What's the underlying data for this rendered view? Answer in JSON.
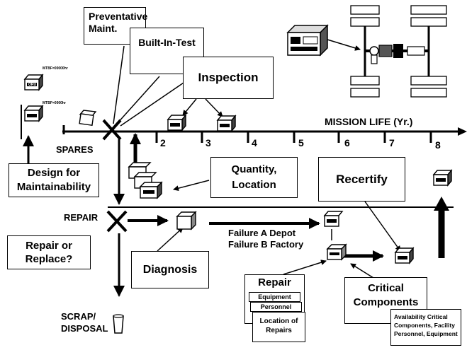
{
  "boxes": {
    "preventative": "Preventative Maint.",
    "built_in_test": "Built-In-Test",
    "inspection": "Inspection",
    "design": "Design for Maintainability",
    "quantity": "Quantity, Location",
    "recertify": "Recertify",
    "repair_or_replace": "Repair or Replace?",
    "diagnosis": "Diagnosis",
    "repair_title": "Repair",
    "repair_equipment": "Equipment",
    "repair_personnel": "Personnel",
    "repair_location": "Location of Repairs",
    "critical": "Critical Components",
    "availability": "Availability Critical Components, Facility Personnel, Equipment"
  },
  "labels": {
    "mission_life": "MISSION LIFE (Yr.)",
    "spares": "SPARES",
    "repair": "REPAIR",
    "failure_a": "Failure A Depot",
    "failure_b": "Failure B Factory",
    "scrap": "SCRAP/",
    "disposal": "DISPOSAL",
    "mtbf_1": "MTBF=00000hr",
    "mtbf_2": "MTBF=0000hr",
    "oru": "ORU"
  },
  "axis_ticks": [
    "2",
    "3",
    "4",
    "5",
    "6",
    "7",
    "8"
  ],
  "colors": {
    "ink": "#000000",
    "paper": "#ffffff",
    "shade": "#bdbdbd"
  }
}
